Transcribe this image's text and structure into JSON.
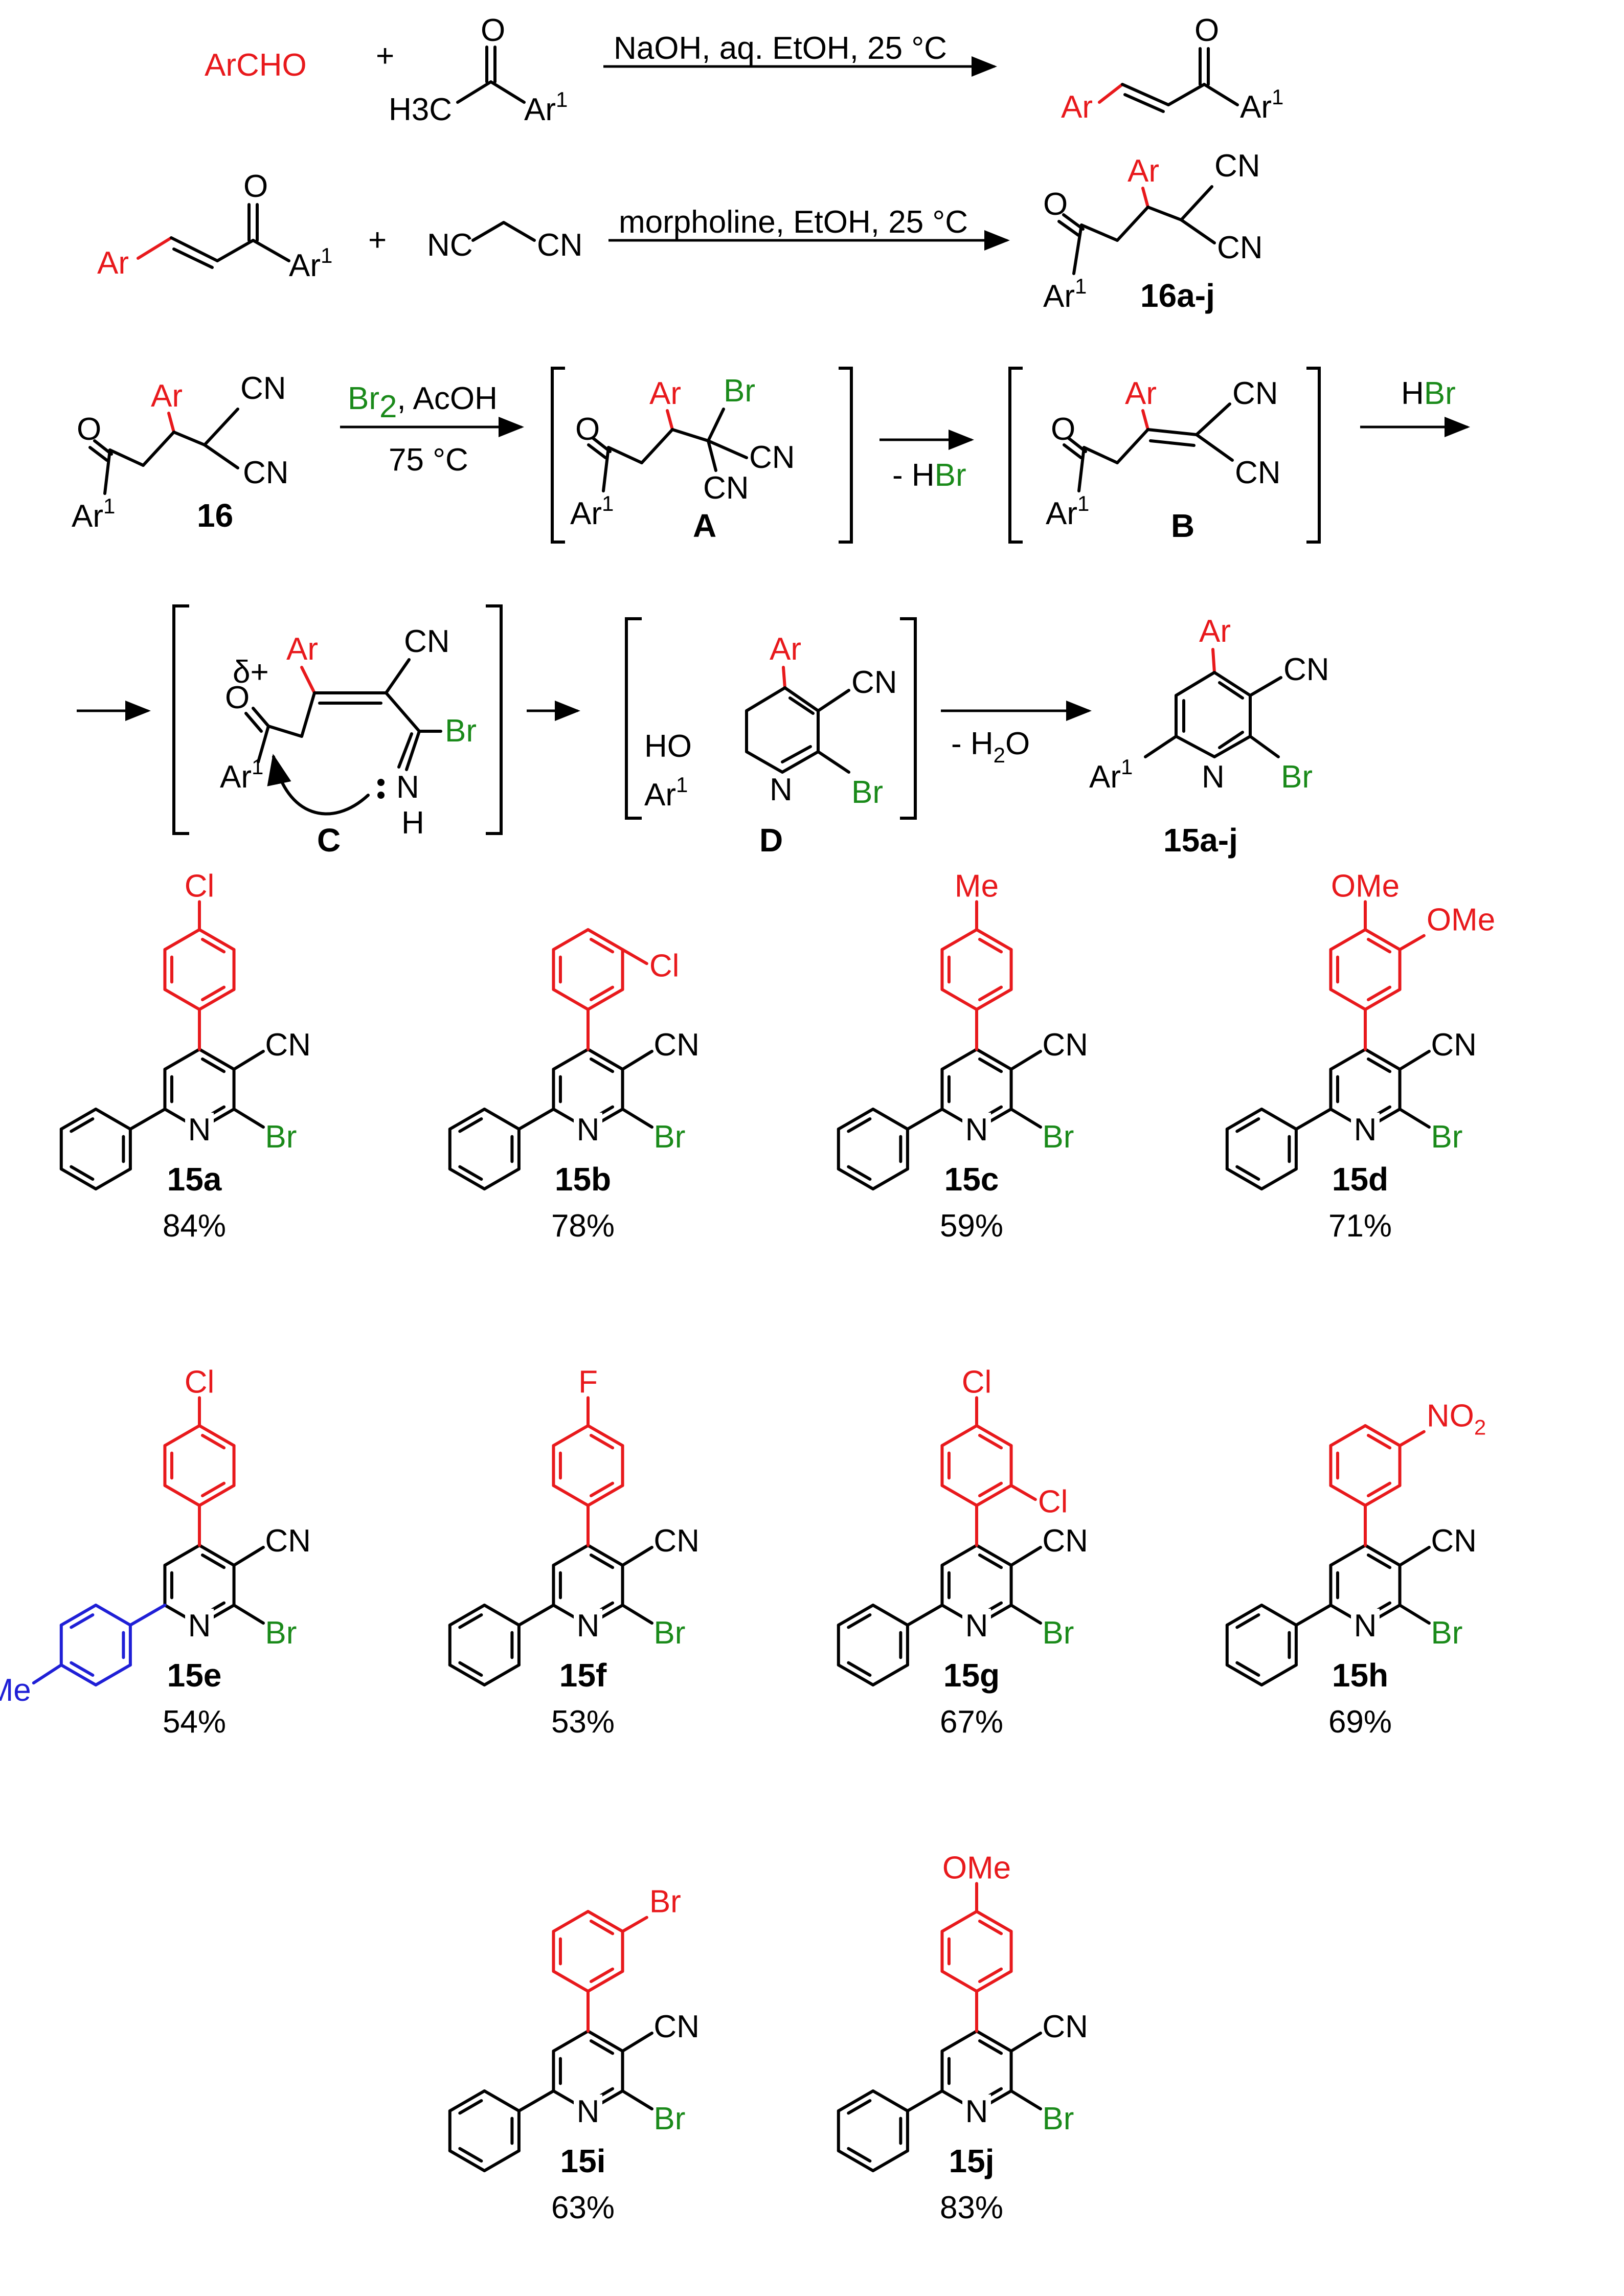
{
  "colors": {
    "aryl": "#e8191c",
    "bromine": "#1a8a1a",
    "tolyl": "#1f1fd6",
    "default": "#000000"
  },
  "step1": {
    "reactant1": "ArCHO",
    "plus": "+",
    "ketone_methyl": "H3C",
    "ar": "Ar",
    "ar1": "Ar",
    "sup1": "1",
    "o": "O",
    "conditions": "NaOH, aq. EtOH, 25 °C"
  },
  "step2": {
    "plus": "+",
    "malononitrile_left": "NC",
    "malononitrile_right": "CN",
    "conditions": "morpholine, EtOH, 25 °C",
    "product_label": "16a-j",
    "cn": "CN"
  },
  "step3": {
    "reagent_br2": "Br",
    "reagent_sub": "2",
    "reagent_rest": ", AcOH",
    "temperature": "75 °C",
    "start_label": "16",
    "intermediate_a": "A",
    "intermediate_b": "B",
    "minus_hbr_prefix": "- H",
    "minus_hbr_br": "Br",
    "hbr_h": "H",
    "hbr_br": "Br",
    "br": "Br"
  },
  "step4": {
    "intermediate_c": "C",
    "intermediate_d": "D",
    "delta": "δ+",
    "ho": "HO",
    "n": "N",
    "h": "H",
    "minus_water": "- H",
    "water_sub": "2",
    "water_o": "O",
    "product_label": "15a-j"
  },
  "products": [
    {
      "label": "15a",
      "yield": "84%",
      "substituent": "Cl"
    },
    {
      "label": "15b",
      "yield": "78%",
      "substituent": "Cl"
    },
    {
      "label": "15c",
      "yield": "59%",
      "substituent": "Me"
    },
    {
      "label": "15d",
      "yield": "71%",
      "substituent": "OMe",
      "substituent2": "OMe"
    },
    {
      "label": "15e",
      "yield": "54%",
      "substituent": "Cl",
      "ar1_substituent": "Me"
    },
    {
      "label": "15f",
      "yield": "53%",
      "substituent": "F"
    },
    {
      "label": "15g",
      "yield": "67%",
      "substituent": "Cl",
      "substituent2": "Cl"
    },
    {
      "label": "15h",
      "yield": "69%",
      "substituent": "NO",
      "substituent_sub": "2"
    },
    {
      "label": "15i",
      "yield": "63%",
      "substituent": "Br"
    },
    {
      "label": "15j",
      "yield": "83%",
      "substituent": "OMe"
    }
  ]
}
